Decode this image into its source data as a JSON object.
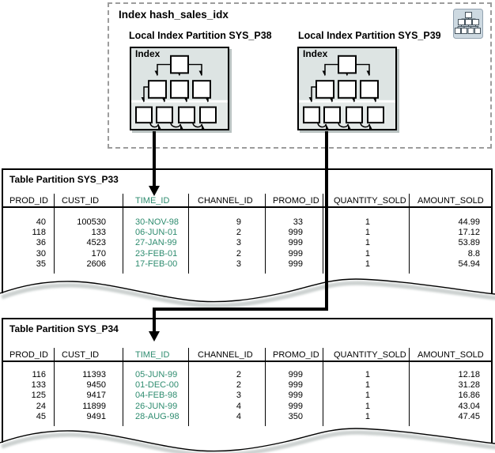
{
  "colors": {
    "highlight_text": "#2e8c6f",
    "index_panel_bg": "#dde4e3",
    "index_leaf_band_bg": "#e4e9e8",
    "panel_shadow": "#b9c2c1",
    "dashed_border": "#9d9d9d",
    "line_black": "#000000"
  },
  "index_group": {
    "title": "Index hash_sales_idx",
    "icon": "index-schematic-icon",
    "partitions": [
      {
        "label": "Local Index Partition SYS_P38",
        "box_label": "Index"
      },
      {
        "label": "Local Index Partition SYS_P39",
        "box_label": "Index"
      }
    ]
  },
  "tables": [
    {
      "title": "Table Partition SYS_P33",
      "columns": [
        "PROD_ID",
        "CUST_ID",
        "TIME_ID",
        "CHANNEL_ID",
        "PROMO_ID",
        "QUANTITY_SOLD",
        "AMOUNT_SOLD"
      ],
      "highlight_column": "TIME_ID",
      "rows": [
        [
          "40",
          "100530",
          "30-NOV-98",
          "9",
          "33",
          "1",
          "44.99"
        ],
        [
          "118",
          "133",
          "06-JUN-01",
          "2",
          "999",
          "1",
          "17.12"
        ],
        [
          "36",
          "4523",
          "27-JAN-99",
          "3",
          "999",
          "1",
          "53.89"
        ],
        [
          "30",
          "170",
          "23-FEB-01",
          "2",
          "999",
          "1",
          "8.8"
        ],
        [
          "35",
          "2606",
          "17-FEB-00",
          "3",
          "999",
          "1",
          "54.94"
        ]
      ]
    },
    {
      "title": "Table Partition SYS_P34",
      "columns": [
        "PROD_ID",
        "CUST_ID",
        "TIME_ID",
        "CHANNEL_ID",
        "PROMO_ID",
        "QUANTITY_SOLD",
        "AMOUNT_SOLD"
      ],
      "highlight_column": "TIME_ID",
      "rows": [
        [
          "116",
          "11393",
          "05-JUN-99",
          "2",
          "999",
          "1",
          "12.18"
        ],
        [
          "133",
          "9450",
          "01-DEC-00",
          "2",
          "999",
          "1",
          "31.28"
        ],
        [
          "125",
          "9417",
          "04-FEB-98",
          "3",
          "999",
          "1",
          "16.86"
        ],
        [
          "24",
          "11899",
          "26-JUN-99",
          "4",
          "999",
          "1",
          "43.04"
        ],
        [
          "45",
          "9491",
          "28-AUG-98",
          "4",
          "350",
          "1",
          "47.45"
        ]
      ]
    }
  ]
}
